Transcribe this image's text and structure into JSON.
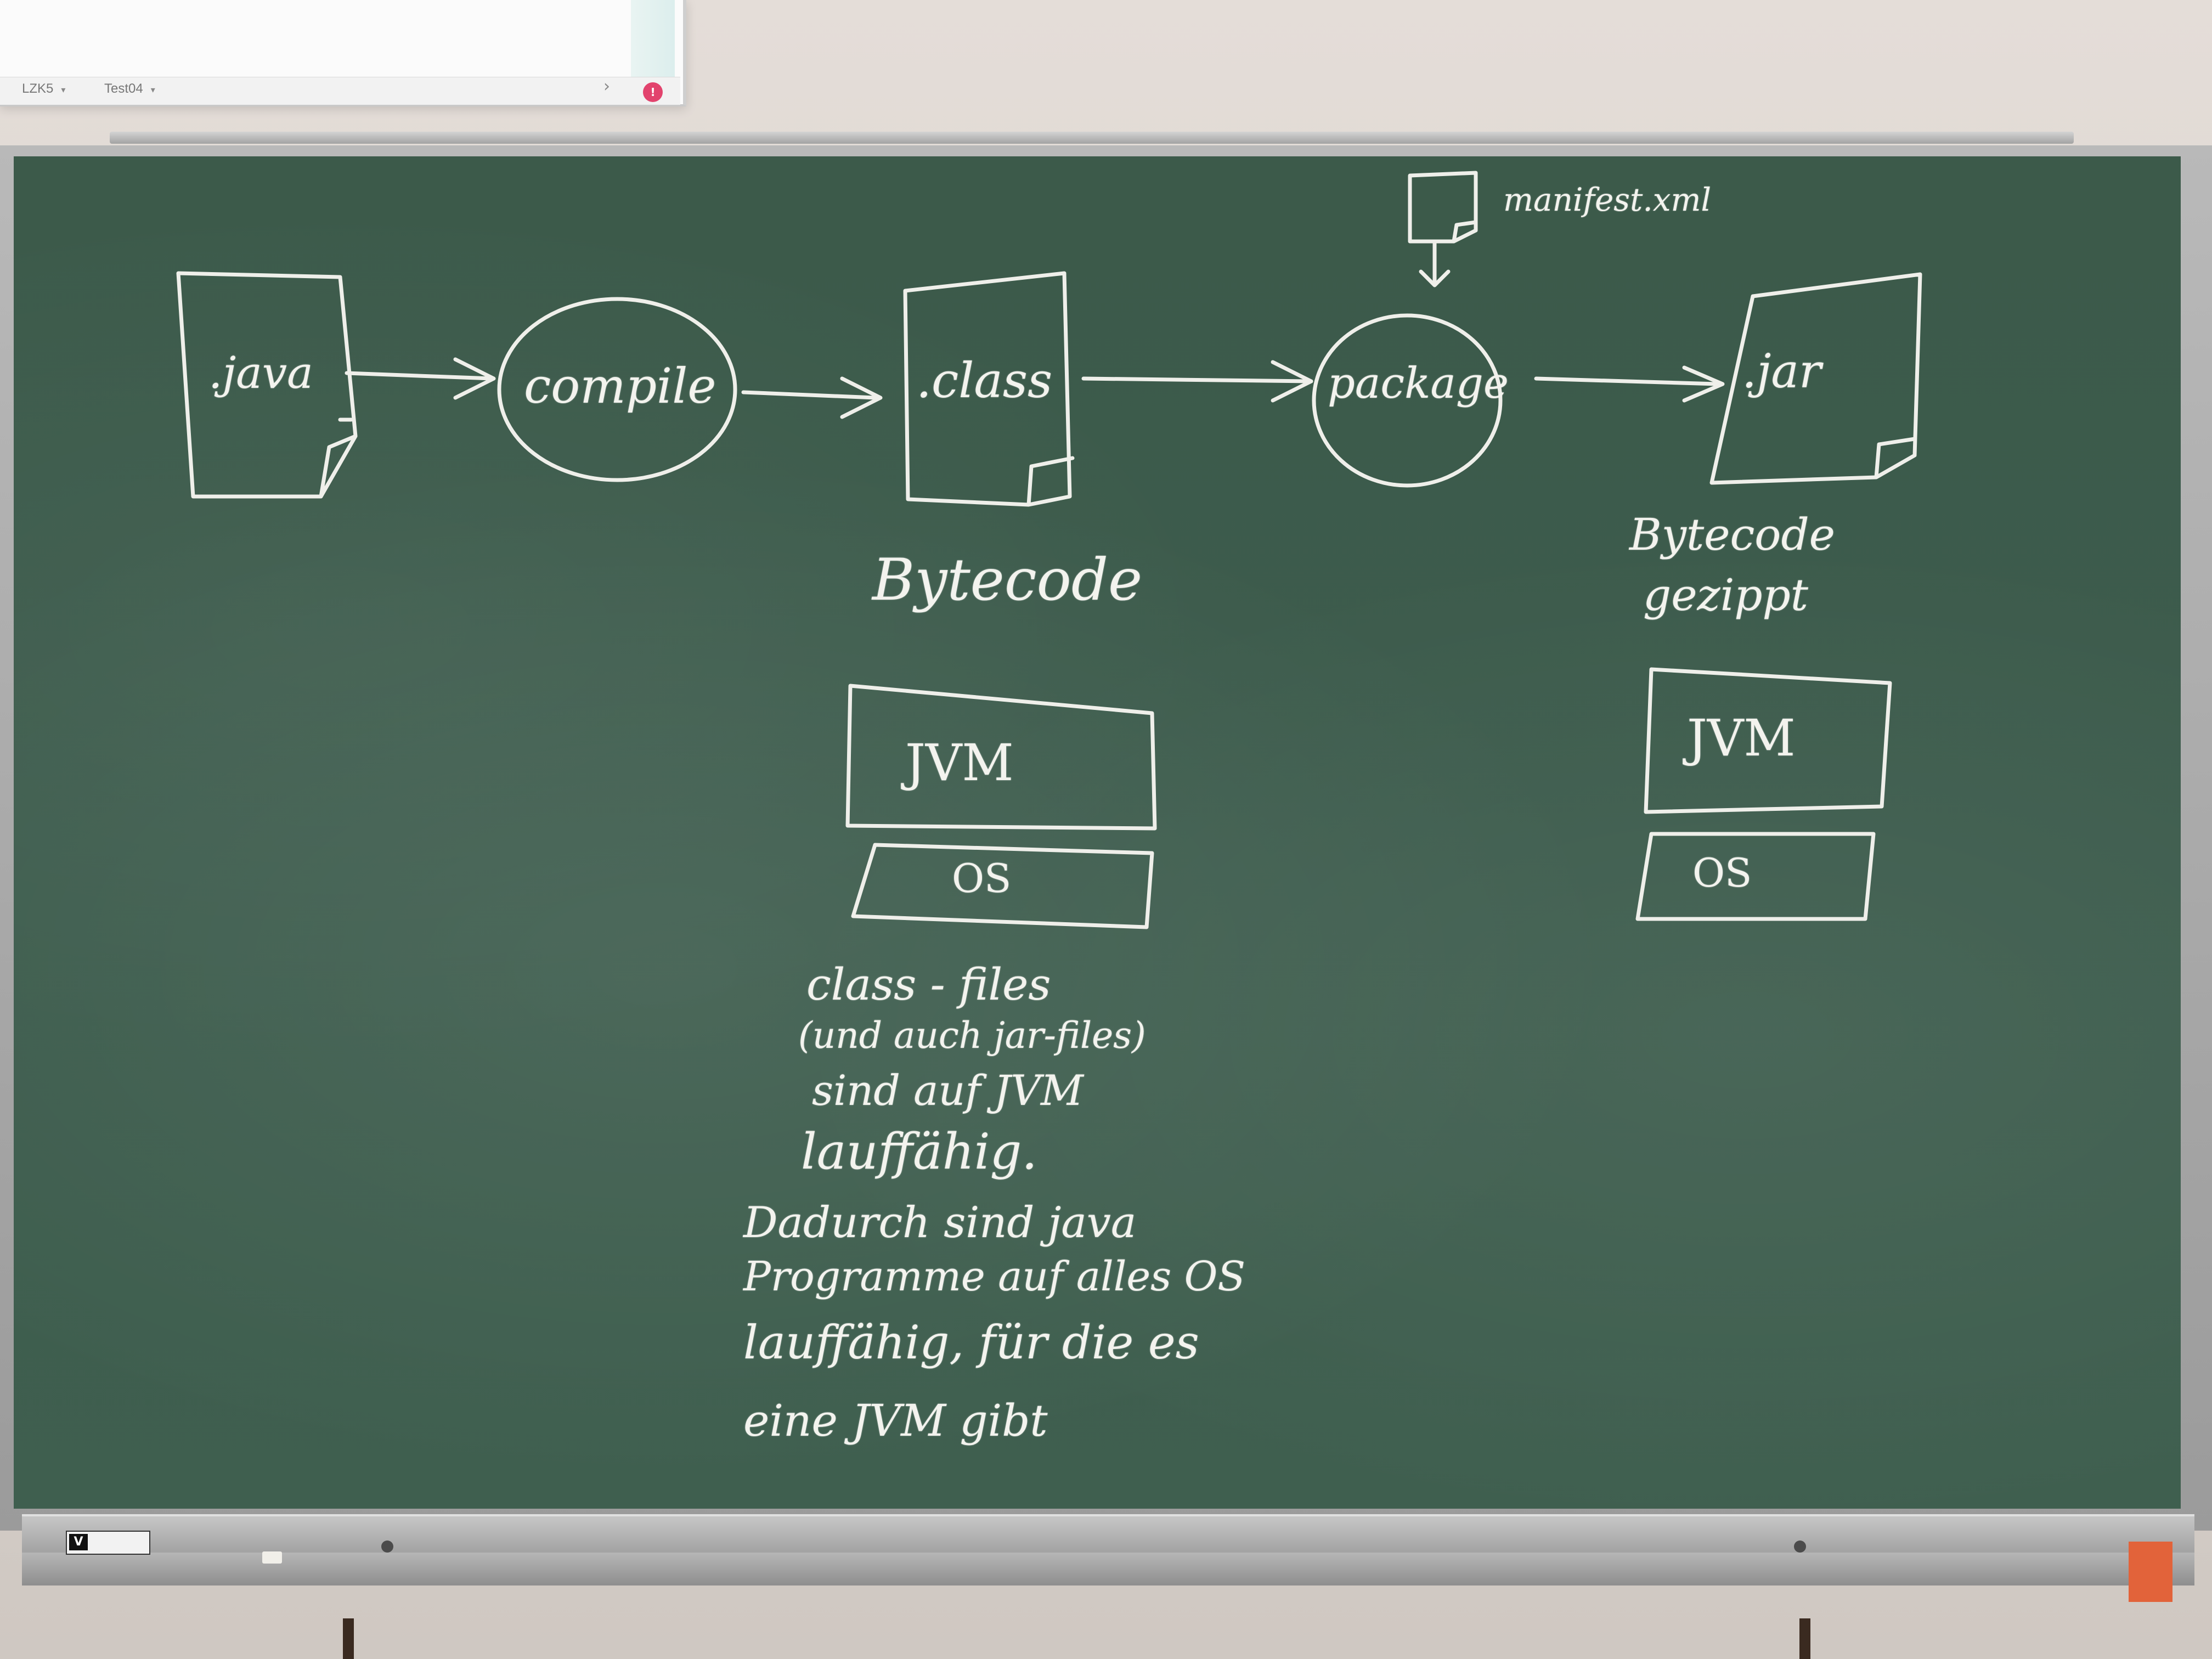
{
  "screen": {
    "tabs": [
      "LZK5",
      "Test04"
    ],
    "chevron": "›",
    "dot": "!"
  },
  "diagram": {
    "nodes": {
      "java_file": ".java",
      "compile": "compile",
      "class_file": ".class",
      "package": "package",
      "jar_file": ".jar",
      "manifest": "manifest.xml"
    },
    "captions": {
      "bytecode": "Bytecode",
      "bytecode_zipped_line1": "Bytecode",
      "bytecode_zipped_line2": "gezippt"
    },
    "stack_left": {
      "top": "JVM",
      "bottom": "OS"
    },
    "stack_right": {
      "top": "JVM",
      "bottom": "OS"
    },
    "notes": [
      "class - files",
      "(und auch jar-files)",
      "sind auf JVM",
      "lauffähig.",
      "Dadurch sind java",
      "Programme auf alles OS",
      "lauffähig, für die es",
      "eine JVM gibt"
    ]
  }
}
